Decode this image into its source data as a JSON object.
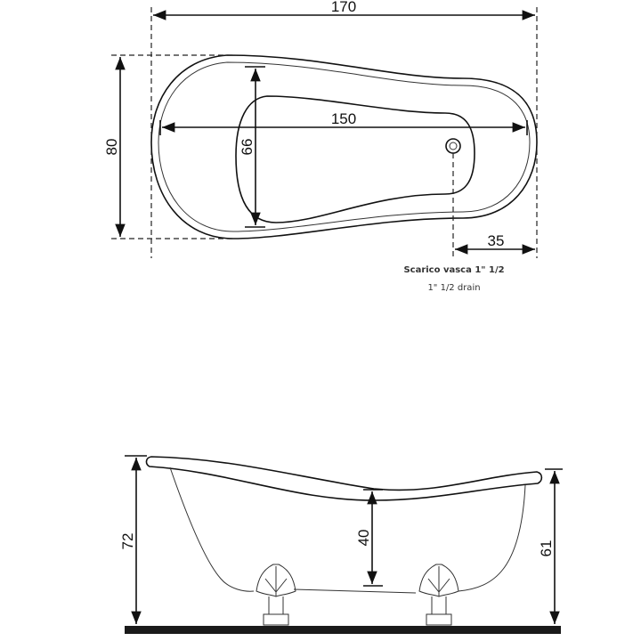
{
  "top_view": {
    "dimensions": {
      "length": "170",
      "inner_length": "150",
      "width": "80",
      "inner_width": "66",
      "drain_offset": "35"
    },
    "drain_label_it": "Scarico vasca 1\" 1/2",
    "drain_label_en": "1\" 1/2  drain"
  },
  "side_view": {
    "dimensions": {
      "height_back": "72",
      "height_front": "61",
      "depth": "40"
    }
  },
  "colors": {
    "line": "#111111",
    "floor": "#1a1a1a"
  }
}
